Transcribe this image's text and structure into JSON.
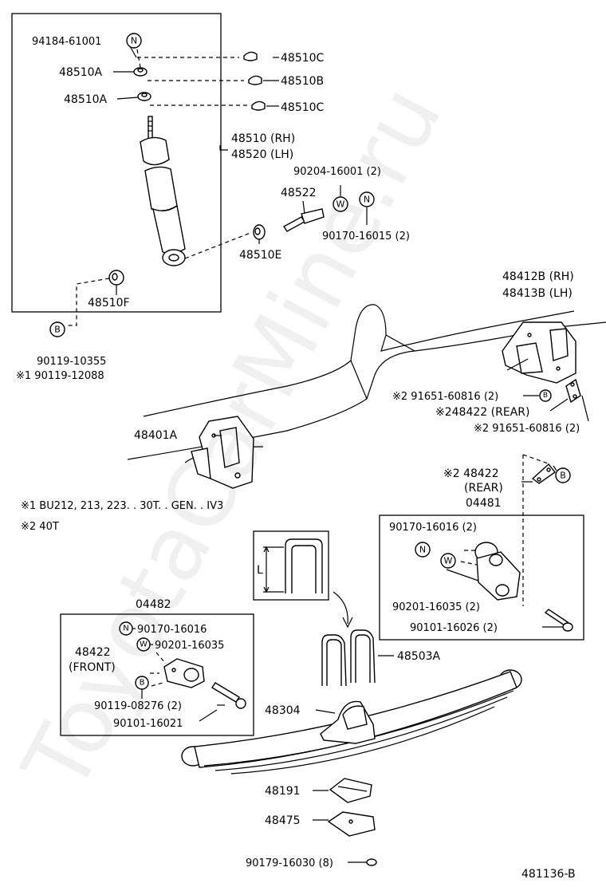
{
  "diagram_ref": "481136-B",
  "watermark": "ToyotaCarMine.ru",
  "labels": {
    "p94184": "94184-61001",
    "p48510c_top": "48510C",
    "p48510a_1": "48510A",
    "p48510b": "48510B",
    "p48510a_2": "48510A",
    "p48510c_2": "48510C",
    "p48510_rh": "48510 (RH)",
    "p48520_lh": "48520 (LH)",
    "p90204": "90204-16001 (2)",
    "p48522": "48522",
    "p90170_16015": "90170-16015 (2)",
    "p48510e": "48510E",
    "p48510f": "48510F",
    "p90119_10355": "90119-10355",
    "p90119_12088": "※1 90119-12088",
    "p48412b": "48412B (RH)",
    "p48413b": "48413B (LH)",
    "p91651_a": "※2 91651-60816 (2)",
    "p48422_rear_a": "※248422 (REAR)",
    "p91651_b": "※2 91651-60816 (2)",
    "p48401a": "48401A",
    "note1": "※1 BU212, 213, 223. . 30T. . GEN. . IV3",
    "note2": "※2 40T",
    "p48422_rear_b1": "※2 48422",
    "p48422_rear_b2": "(REAR)",
    "p04481": "04481",
    "p90170_16016_r": "90170-16016 (2)",
    "p90201_16035_r": "90201-16035 (2)",
    "p90101_16026": "90101-16026 (2)",
    "p04482": "04482",
    "p90170_16016_f": "90170-16016",
    "p90201_16035_f": "90201-16035",
    "p48422_front1": "48422",
    "p48422_front2": "(FRONT)",
    "p90119_08276": "90119-08276 (2)",
    "p90101_16021": "90101-16021",
    "p48503a": "48503A",
    "p48304": "48304",
    "p48191": "48191",
    "p48475": "48475",
    "p90179": "90179-16030 (8)",
    "dim_l": "L"
  },
  "callouts": {
    "n": "N",
    "w": "W",
    "b": "B"
  }
}
